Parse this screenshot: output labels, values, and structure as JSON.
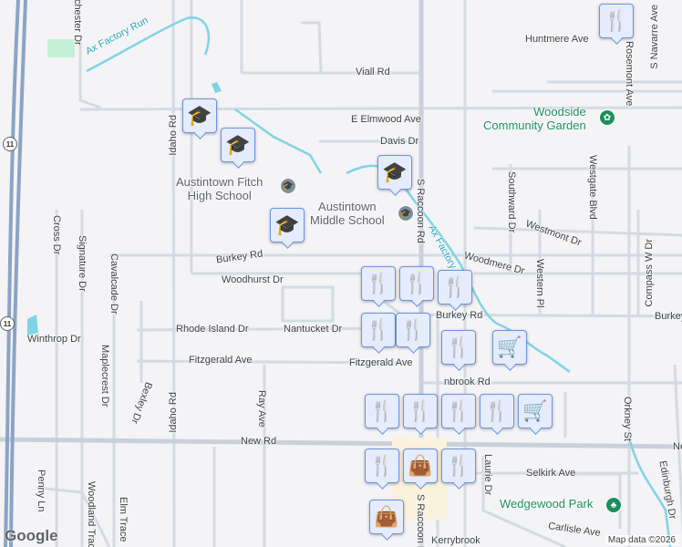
{
  "map": {
    "labels": [
      "Ax Factory Run",
      "Viall Rd",
      "E Elmwood Ave",
      "Davis Dr",
      "Austintown Fitch",
      "High School",
      "Austintown",
      "Middle School",
      "Woodside",
      "Community Garden",
      "Huntmere Ave",
      "S Raccoon Rd",
      "Ax Factory Run",
      "Westmont Dr",
      "Woodmere Dr",
      "Southward Dr",
      "Western Pl",
      "Westgate Blvd",
      "Compass W Dr",
      "Rosemont Ave",
      "S Navarre Ave",
      "Burkey Rd",
      "Woodhurst Dr",
      "Rhode Island Dr",
      "Nantucket Dr",
      "Fitzgerald Ave",
      "Fitzgerald Ave",
      "Burkey Rd",
      "Burkey Rd",
      "nbrook Rd",
      "New Rd",
      "New Rd",
      "Selkirk Ave",
      "Laurie Dr",
      "Wedgewood Park",
      "Carlisle Ave",
      "Kerrybrook",
      "Orkney St",
      "Edinburgh Dr",
      "Idaho Rd",
      "Idaho Rd",
      "Cross Dr",
      "Signature Dr",
      "Cavalcade Dr",
      "Maplecrest Dr",
      "Bexley Dr",
      "Ray Ave",
      "Penny Ln",
      "Woodland Trace",
      "Elm Trace",
      "Winchester Dr",
      "Winthrop Dr",
      "S Raccoon Rd"
    ],
    "highway_shield": "11",
    "attribution": "Map data ©2026",
    "logo": "Google",
    "markers": [
      "school",
      "school",
      "school",
      "school",
      "restaurant",
      "restaurant",
      "restaurant",
      "restaurant",
      "restaurant",
      "restaurant",
      "grocery",
      "restaurant",
      "restaurant",
      "restaurant",
      "restaurant",
      "grocery",
      "restaurant",
      "shopping",
      "restaurant",
      "shopping",
      "restaurant"
    ],
    "colors": {
      "background": "#f4f3f5",
      "road": "#d3dbe3",
      "highway": "#8aa4c4",
      "water": "#7fd3e6",
      "park": "#1e8e5e",
      "marker_fill": "#e4ecfd",
      "marker_border": "#6d93dc",
      "marker_icon": "#0b3c5d"
    }
  }
}
